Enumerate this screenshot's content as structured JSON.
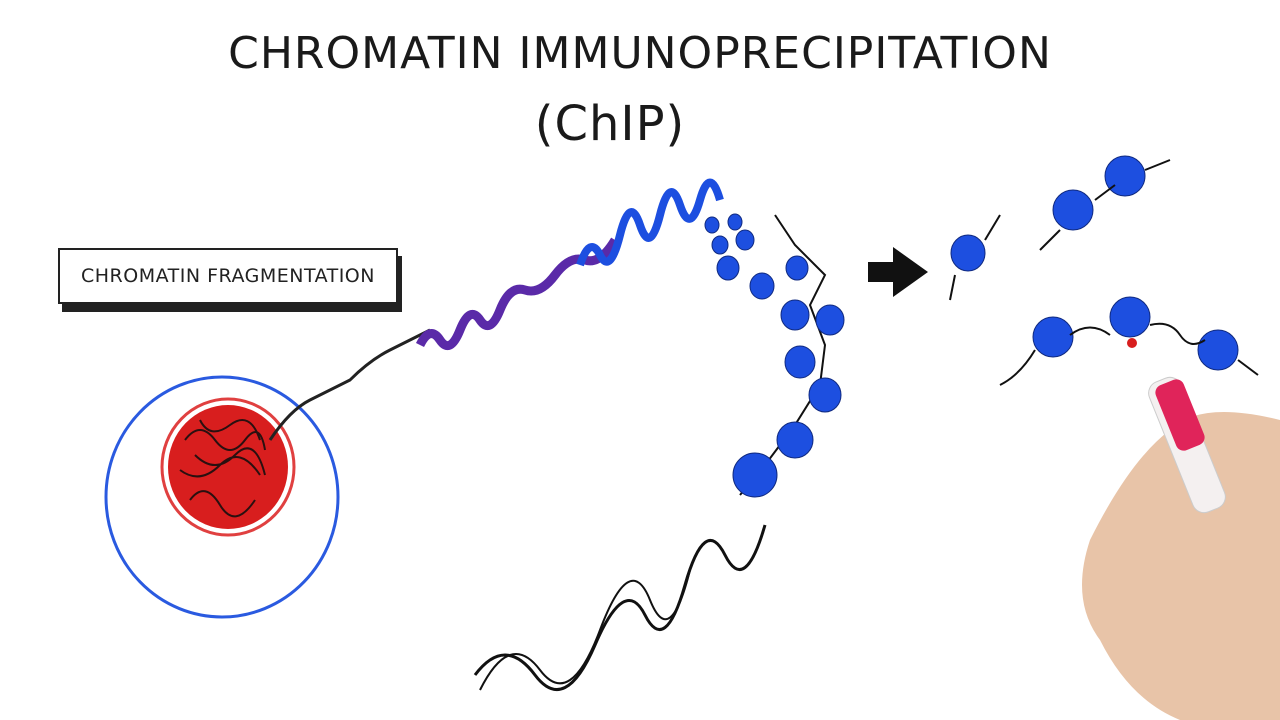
{
  "title": "CHROMATIN IMMUNOPRECIPITATION",
  "subtitle": "(ChIP)",
  "step_label": "CHROMATIN FRAGMENTATION",
  "colors": {
    "nucleosome": "#1d4fe0",
    "nucleus": "#d81e1e",
    "cell_membrane": "#2a5ae0",
    "ink": "#1a1a1a",
    "marker": "#e0245a"
  }
}
